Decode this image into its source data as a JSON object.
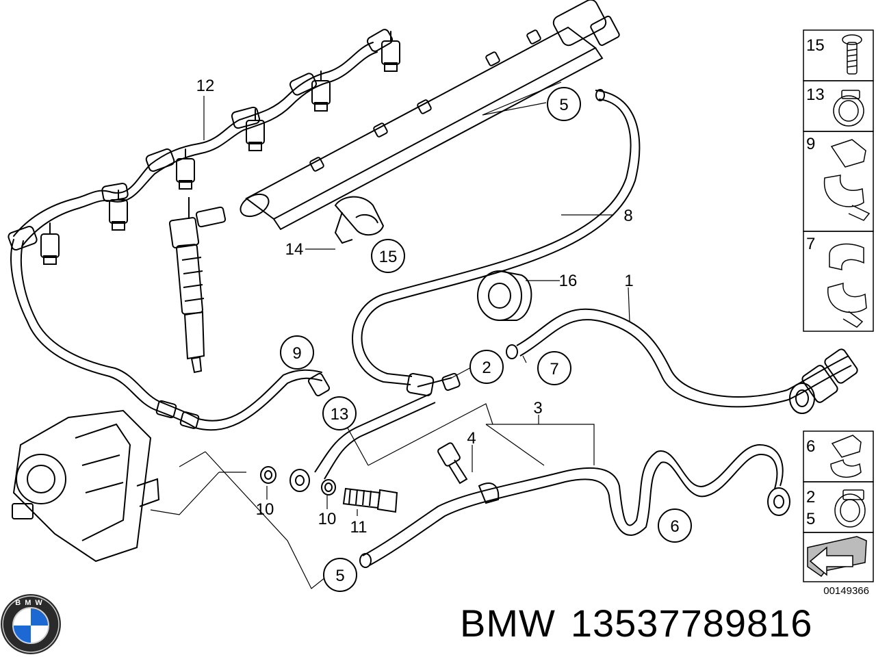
{
  "diagram": {
    "callouts": {
      "c1": "1",
      "c2": "2",
      "c3": "3",
      "c4": "4",
      "c5a": "5",
      "c5b": "5",
      "c6": "6",
      "c7": "7",
      "c8": "8",
      "c9": "9",
      "c10a": "10",
      "c10b": "10",
      "c11": "11",
      "c12": "12",
      "c13": "13",
      "c14": "14",
      "c15": "15",
      "c16": "16"
    },
    "legend": {
      "item15": "15",
      "item13": "13",
      "item9": "9",
      "item7": "7",
      "item6": "6",
      "item2": "2",
      "item5": "5"
    },
    "reference_number": "00149366"
  },
  "brand": {
    "logo_letters": "BMW",
    "name": "BMW",
    "part_number": "13537789816"
  },
  "colors": {
    "ink": "#000000",
    "paper": "#ffffff",
    "logo_blue": "#1c69d4"
  }
}
